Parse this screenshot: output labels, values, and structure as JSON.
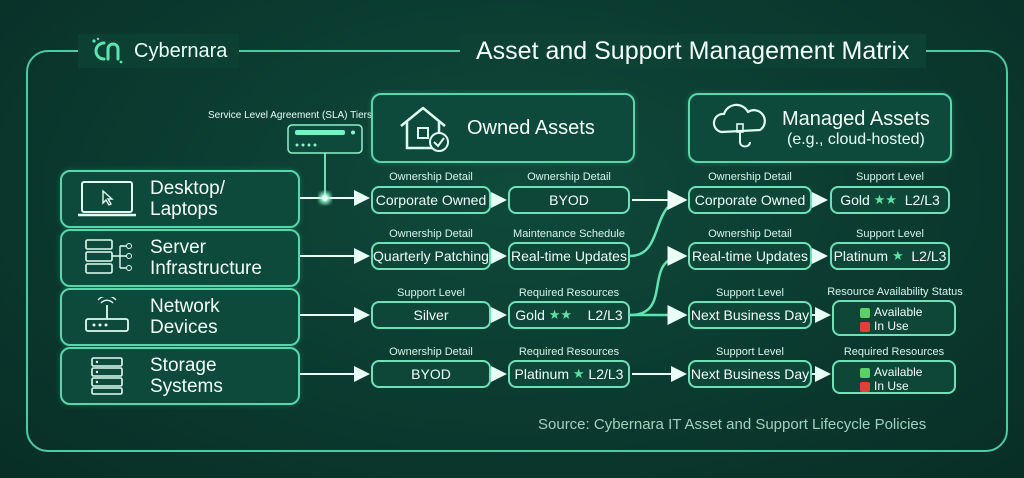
{
  "brand": {
    "name": "Cybernara",
    "logo_icon": "cybernara-logo-icon"
  },
  "title": "Asset and Support Management Matrix",
  "sla_label": "Service Level Agreement (SLA) Tiers",
  "headers": {
    "owned": "Owned Assets",
    "managed_line1": "Managed Assets",
    "managed_line2": "(e.g., cloud-hosted)"
  },
  "rows": [
    {
      "line1": "Desktop/",
      "line2": "Laptops",
      "icon": "monitor-cursor-icon"
    },
    {
      "line1": "Server",
      "line2": "Infrastructure",
      "icon": "server-rack-network-icon"
    },
    {
      "line1": "Network",
      "line2": "Devices",
      "icon": "router-wifi-icon"
    },
    {
      "line1": "Storage",
      "line2": "Systems",
      "icon": "storage-stack-icon"
    }
  ],
  "cells": {
    "r1c1": {
      "caption": "Ownership Detail",
      "value": "Corporate Owned"
    },
    "r1c2": {
      "caption": "Ownership Detail",
      "value": "BYOD"
    },
    "r1c3": {
      "caption": "Ownership Detail",
      "value": "Corporate Owned"
    },
    "r1c4": {
      "caption": "Support Level",
      "tier": "Gold",
      "stars": "★★",
      "levels": "L2/L3"
    },
    "r2c1": {
      "caption": "Ownership Detail",
      "value": "Quarterly Patching"
    },
    "r2c2": {
      "caption": "Maintenance Schedule",
      "value": "Real-time Updates"
    },
    "r2c3": {
      "caption": "Ownership Detail",
      "value": "Real-time Updates"
    },
    "r2c4": {
      "caption": "Support Level",
      "tier": "Platinum",
      "stars": "★",
      "levels": "L2/L3"
    },
    "r3c1": {
      "caption": "Support Level",
      "value": "Silver"
    },
    "r3c2": {
      "caption": "Required Resources",
      "tier": "Gold",
      "stars": "★★",
      "levels": "L2/L3"
    },
    "r3c3": {
      "caption": "Support Level",
      "value": "Next Business Day"
    },
    "r3c4": {
      "caption": "Resource Availability Status",
      "available": "Available",
      "in_use": "In Use"
    },
    "r4c1": {
      "caption": "Ownership Detail",
      "value": "BYOD"
    },
    "r4c2": {
      "caption": "Required Resources",
      "tier": "Platinum",
      "stars": "★",
      "levels": "L2/L3"
    },
    "r4c3": {
      "caption": "Support Level",
      "value": "Next Business Day"
    },
    "r4c4": {
      "caption": "Required Resources",
      "available": "Available",
      "in_use": "In Use"
    }
  },
  "source": "Source: Cybernara IT Asset and Support Lifecycle Policies",
  "colors": {
    "accent": "#58d6ac",
    "available": "#5bcf6a",
    "in_use": "#e0403a",
    "star": "#5de0a6"
  }
}
